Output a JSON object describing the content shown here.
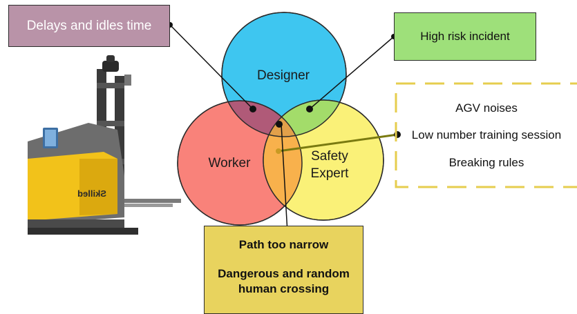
{
  "venn": {
    "designer": "Designer",
    "worker": "Worker",
    "safety_expert_line1": "Safety",
    "safety_expert_line2": "Expert"
  },
  "callouts": {
    "delays": "Delays and idles time",
    "high_risk": "High risk incident",
    "dashed_items": [
      "AGV noises",
      "Low number training session",
      "Breaking rules"
    ],
    "path_line1": "Path too narrow",
    "path_line2": "Dangerous and random",
    "path_line3": "human crossing"
  },
  "forklift": {
    "brand_text": "Skilled"
  },
  "colors": {
    "designer": "#3ec6f0",
    "worker": "#f8746c",
    "safety_expert": "#faf06c",
    "delays_box": "#b993a8",
    "risk_box": "#9ee07a",
    "path_box": "#e8d35e",
    "dashed_border": "#e6cd4e",
    "forklift_body": "#f2c21a"
  }
}
